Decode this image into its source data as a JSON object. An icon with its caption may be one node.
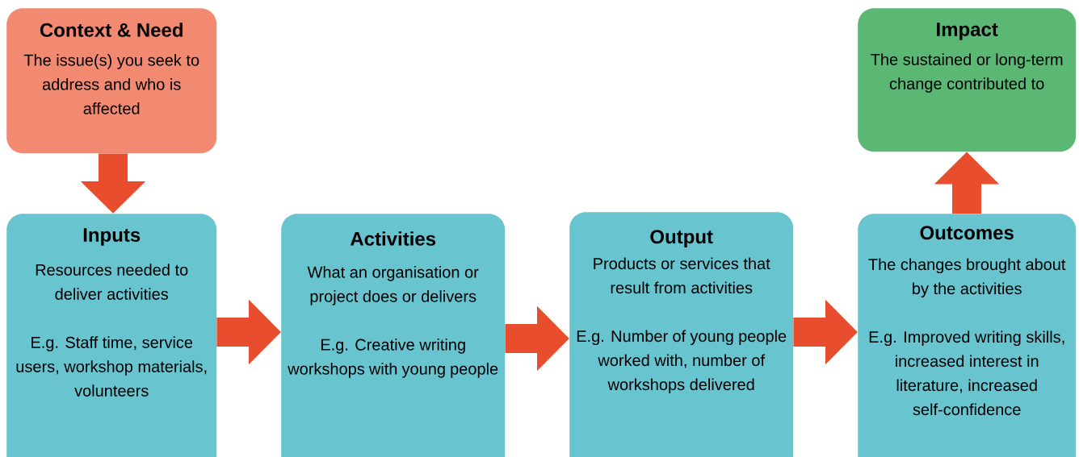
{
  "diagram": {
    "nodes": [
      {
        "text": [
          "Context & Need",
          "The issue(s) you seek to address and who is affected"
        ]
      },
      {
        "text": [
          "Impact",
          "The sustained or long-term change contributed to"
        ]
      },
      {
        "text": [
          "Inputs",
          "Resources needed to deliver activities",
          "E.g. Staff time, service users, workshop materials, volunteers"
        ]
      },
      {
        "text": [
          "Activities",
          "What an organisation or project does or delivers",
          "E.g. Creative writing workshops with young people"
        ]
      },
      {
        "text": [
          "Output",
          "Products or services that result from activities",
          "E.g. Number of young people worked with, number of workshops delivered"
        ]
      },
      {
        "text": [
          "Outcomes",
          "The changes brought about by the activities",
          "E.g. Improved writing skills, increased interest in literature, increased self-confidence"
        ]
      }
    ],
    "edges": [
      {
        "from": 0,
        "to": 2,
        "arrow": "to"
      },
      {
        "from": 2,
        "to": 3,
        "arrow": "to"
      },
      {
        "from": 3,
        "to": 4,
        "arrow": "to"
      },
      {
        "from": 4,
        "to": 5,
        "arrow": "to"
      },
      {
        "from": 5,
        "to": 1,
        "arrow": "to"
      }
    ]
  }
}
